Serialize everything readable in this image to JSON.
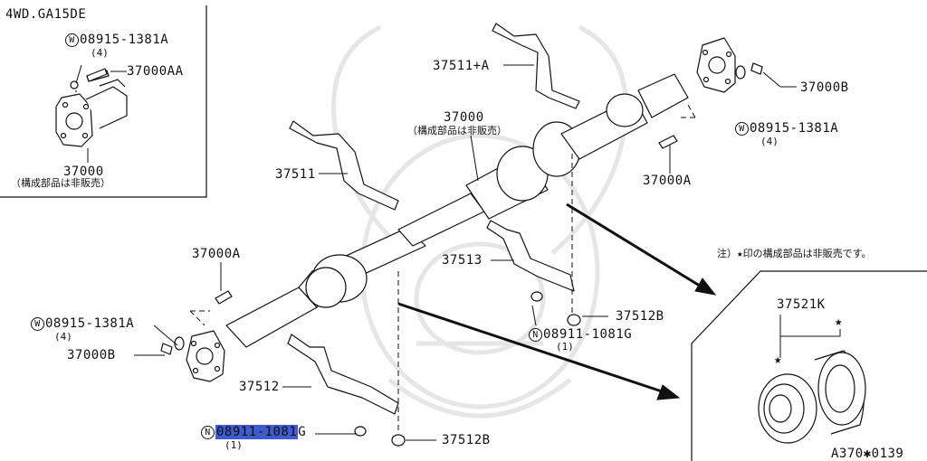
{
  "inset": {
    "model": "4WD.GA15DE",
    "washer_part": "08915-1381A",
    "washer_qty": "(4)",
    "bolt_part": "37000AA",
    "shaft_part": "37000",
    "shaft_note": "（構成部品は非販売）"
  },
  "main": {
    "p37511A": "37511+A",
    "p37000": "37000",
    "p37000_note": "（構成部品は非販売）",
    "p37511": "37511",
    "p37000B_right": "37000B",
    "w_right_part": "08915-1381A",
    "w_right_qty": "(4)",
    "p37000A_right": "37000A",
    "p37000A_left": "37000A",
    "p37513": "37513",
    "w_left_part": "08915-1381A",
    "w_left_qty": "(4)",
    "p37000B_left": "37000B",
    "n_mid_part": "08911-1081G",
    "n_mid_qty": "(1)",
    "p37512B_mid": "37512B",
    "p37512": "37512",
    "n_low_part": "08911-1081",
    "n_low_suffix": "G",
    "n_low_qty": "(1)",
    "p37512B_low": "37512B",
    "note": "注）★印の構成部品は非販売です。",
    "p37521K": "37521K",
    "star": "★",
    "code": "A370✱0139",
    "circ_w": "W",
    "circ_n": "N"
  },
  "colors": {
    "line": "#111111",
    "highlight": "#3f5bd0",
    "watermark": "#e9e9e9"
  }
}
